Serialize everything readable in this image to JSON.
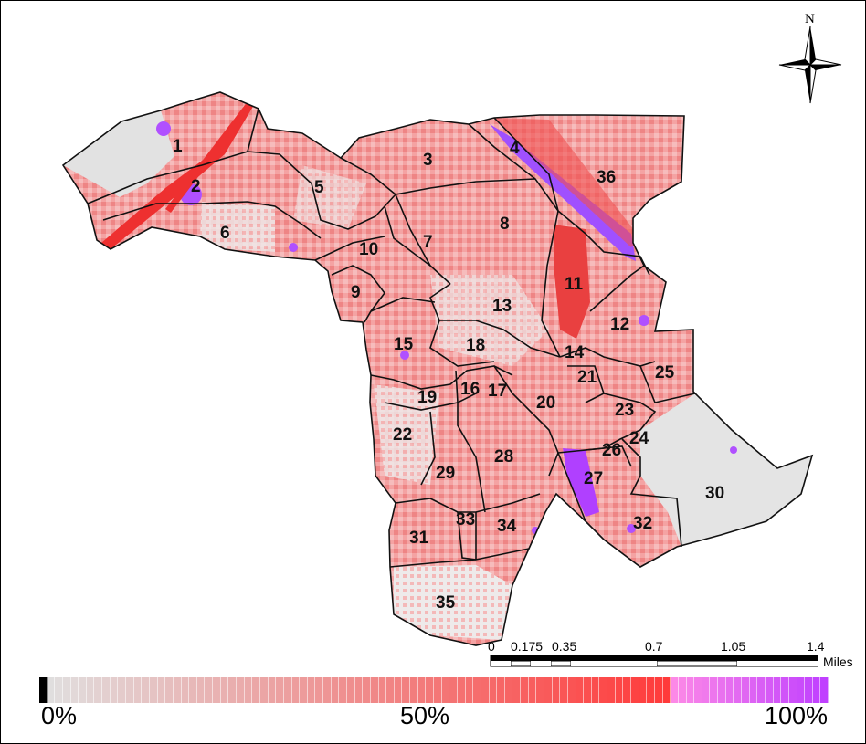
{
  "watersheds": [
    {
      "id": "1",
      "label": "1"
    },
    {
      "id": "2",
      "label": "2"
    },
    {
      "id": "3",
      "label": "3"
    },
    {
      "id": "4",
      "label": "4"
    },
    {
      "id": "5",
      "label": "5"
    },
    {
      "id": "6",
      "label": "6"
    },
    {
      "id": "7",
      "label": "7"
    },
    {
      "id": "8",
      "label": "8"
    },
    {
      "id": "9",
      "label": "9"
    },
    {
      "id": "10",
      "label": "10"
    },
    {
      "id": "11",
      "label": "11"
    },
    {
      "id": "12",
      "label": "12"
    },
    {
      "id": "13",
      "label": "13"
    },
    {
      "id": "14",
      "label": "14"
    },
    {
      "id": "15",
      "label": "15"
    },
    {
      "id": "16",
      "label": "16"
    },
    {
      "id": "17",
      "label": "17"
    },
    {
      "id": "18",
      "label": "18"
    },
    {
      "id": "19",
      "label": "19"
    },
    {
      "id": "20",
      "label": "20"
    },
    {
      "id": "21",
      "label": "21"
    },
    {
      "id": "22",
      "label": "22"
    },
    {
      "id": "23",
      "label": "23"
    },
    {
      "id": "24",
      "label": "24"
    },
    {
      "id": "25",
      "label": "25"
    },
    {
      "id": "26",
      "label": "26"
    },
    {
      "id": "27",
      "label": "27"
    },
    {
      "id": "28",
      "label": "28"
    },
    {
      "id": "29",
      "label": "29"
    },
    {
      "id": "30",
      "label": "30"
    },
    {
      "id": "31",
      "label": "31"
    },
    {
      "id": "32",
      "label": "32"
    },
    {
      "id": "33",
      "label": "33"
    },
    {
      "id": "34",
      "label": "34"
    },
    {
      "id": "35",
      "label": "35"
    },
    {
      "id": "36",
      "label": "36"
    }
  ],
  "north_arrow": {
    "label": "N",
    "icon": "compass-rose-icon"
  },
  "scale_bar": {
    "ticks": [
      "0",
      "0.175",
      "0.35",
      "0.7",
      "1.05",
      "1.4"
    ],
    "unit": "Miles"
  },
  "legend": {
    "min_label": "0%",
    "mid_label": "50%",
    "max_label": "100%",
    "colors": {
      "low": "#e0e0e0",
      "mid": "#ff3a3a",
      "high": "#c040ff",
      "zero": "#000000"
    }
  }
}
